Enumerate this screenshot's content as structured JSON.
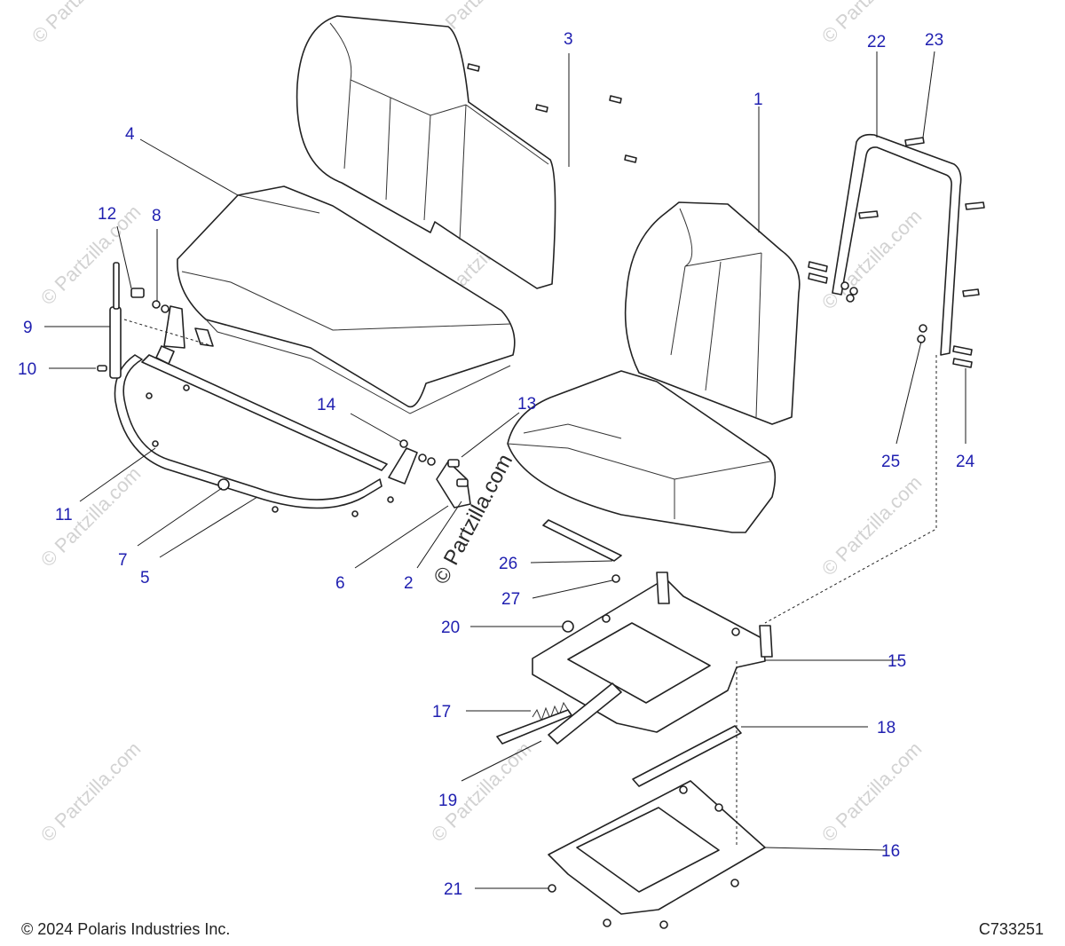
{
  "watermark": "© Partzilla.com",
  "callouts": {
    "c1": "1",
    "c2": "2",
    "c3": "3",
    "c4": "4",
    "c5": "5",
    "c6": "6",
    "c7": "7",
    "c8": "8",
    "c9": "9",
    "c10": "10",
    "c11": "11",
    "c12": "12",
    "c13": "13",
    "c14": "14",
    "c15": "15",
    "c16": "16",
    "c17": "17",
    "c18": "18",
    "c19": "19",
    "c20": "20",
    "c21": "21",
    "c22": "22",
    "c23": "23",
    "c24": "24",
    "c25": "25",
    "c26": "26",
    "c27": "27"
  },
  "footer": {
    "copyright": "© 2024 Polaris Industries Inc.",
    "drawing_id": "C733251"
  }
}
